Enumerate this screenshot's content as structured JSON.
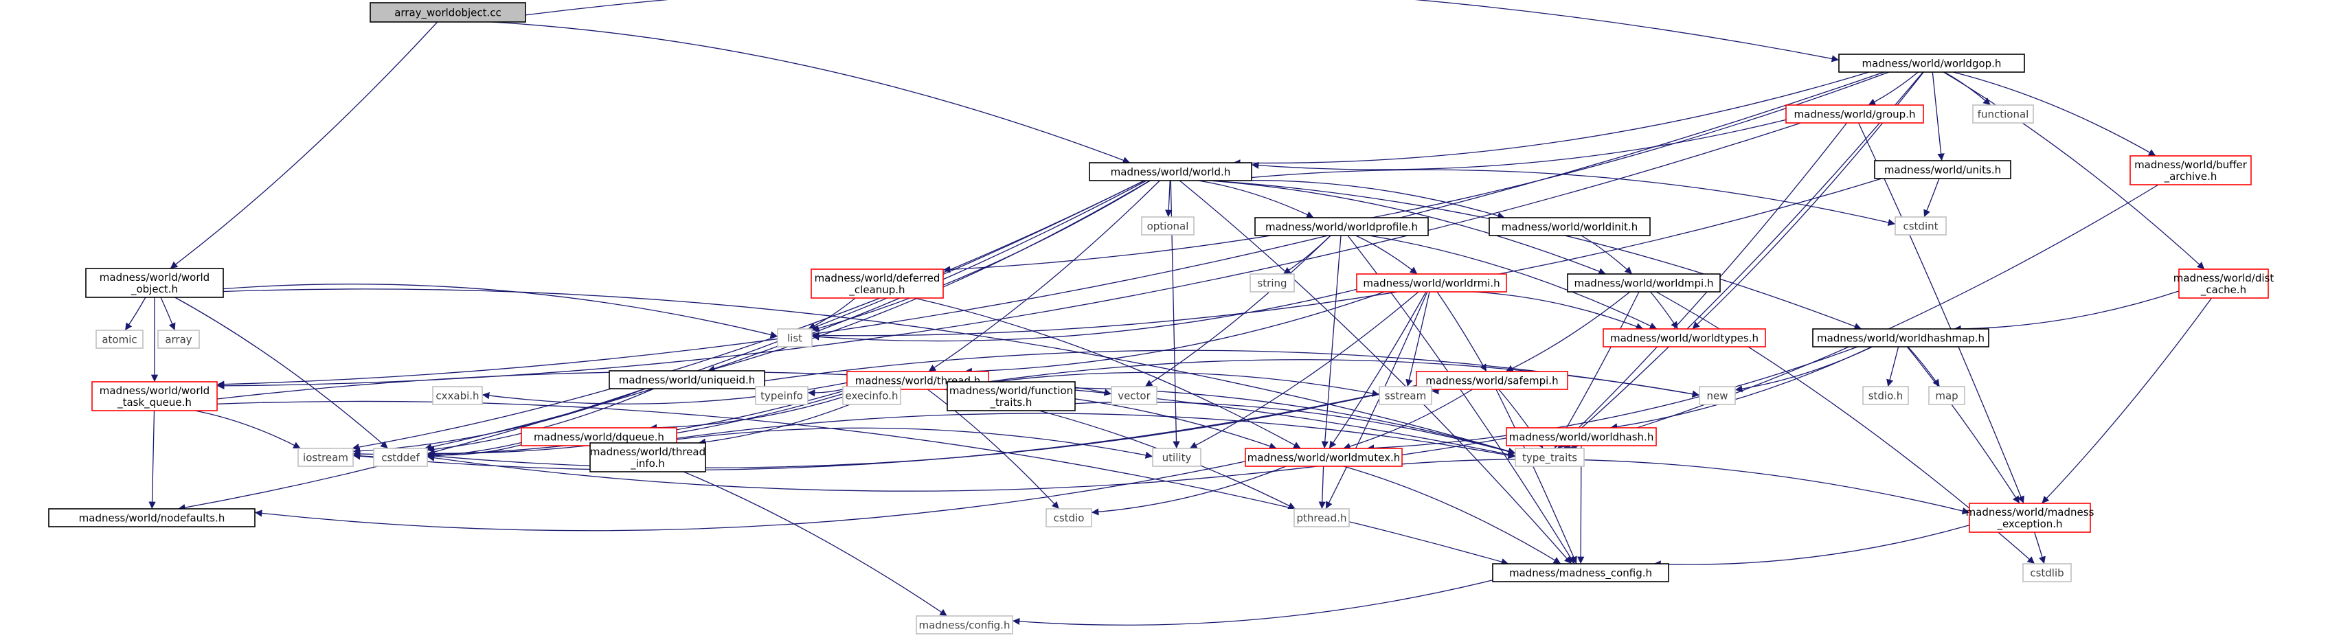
{
  "edge_color": "#191970",
  "node_styles": {
    "root": "#bfbfbf",
    "documented": "#000000",
    "truncated": "#ff0000",
    "external": "#bfbfbf"
  },
  "nodes": [
    {
      "id": "root",
      "lines": [
        "array_worldobject.cc"
      ],
      "style": "root"
    },
    {
      "id": "worldgop",
      "lines": [
        "madness/world/worldgop.h"
      ],
      "style": "black"
    },
    {
      "id": "world_object",
      "lines": [
        "madness/world/world",
        "_object.h"
      ],
      "style": "black"
    },
    {
      "id": "world",
      "lines": [
        "madness/world/world.h"
      ],
      "style": "black"
    },
    {
      "id": "group",
      "lines": [
        "madness/world/group.h"
      ],
      "style": "red"
    },
    {
      "id": "functional",
      "lines": [
        "functional"
      ],
      "style": "gray"
    },
    {
      "id": "units",
      "lines": [
        "madness/world/units.h"
      ],
      "style": "black"
    },
    {
      "id": "buffer_archive",
      "lines": [
        "madness/world/buffer",
        "_archive.h"
      ],
      "style": "red"
    },
    {
      "id": "cstdint",
      "lines": [
        "cstdint"
      ],
      "style": "gray"
    },
    {
      "id": "optional",
      "lines": [
        "optional"
      ],
      "style": "gray"
    },
    {
      "id": "worldprofile",
      "lines": [
        "madness/world/worldprofile.h"
      ],
      "style": "black"
    },
    {
      "id": "worldinit",
      "lines": [
        "madness/world/worldinit.h"
      ],
      "style": "black"
    },
    {
      "id": "deferred_cleanup",
      "lines": [
        "madness/world/deferred",
        "_cleanup.h"
      ],
      "style": "red"
    },
    {
      "id": "string",
      "lines": [
        "string"
      ],
      "style": "gray"
    },
    {
      "id": "worldrmi",
      "lines": [
        "madness/world/worldrmi.h"
      ],
      "style": "red"
    },
    {
      "id": "worldmpi",
      "lines": [
        "madness/world/worldmpi.h"
      ],
      "style": "black"
    },
    {
      "id": "dist_cache",
      "lines": [
        "madness/world/dist",
        "_cache.h"
      ],
      "style": "red"
    },
    {
      "id": "atomic",
      "lines": [
        "atomic"
      ],
      "style": "gray"
    },
    {
      "id": "array",
      "lines": [
        "array"
      ],
      "style": "gray"
    },
    {
      "id": "list",
      "lines": [
        "list"
      ],
      "style": "gray"
    },
    {
      "id": "worldtypes",
      "lines": [
        "madness/world/worldtypes.h"
      ],
      "style": "red"
    },
    {
      "id": "worldhashmap",
      "lines": [
        "madness/world/worldhashmap.h"
      ],
      "style": "black"
    },
    {
      "id": "uniqueid",
      "lines": [
        "madness/world/uniqueid.h"
      ],
      "style": "black"
    },
    {
      "id": "thread",
      "lines": [
        "madness/world/thread.h"
      ],
      "style": "red"
    },
    {
      "id": "safempi",
      "lines": [
        "madness/world/safempi.h"
      ],
      "style": "red"
    },
    {
      "id": "world_task_queue",
      "lines": [
        "madness/world/world",
        "_task_queue.h"
      ],
      "style": "red"
    },
    {
      "id": "cxxabi",
      "lines": [
        "cxxabi.h"
      ],
      "style": "gray"
    },
    {
      "id": "typeinfo",
      "lines": [
        "typeinfo"
      ],
      "style": "gray"
    },
    {
      "id": "execinfo",
      "lines": [
        "execinfo.h"
      ],
      "style": "gray"
    },
    {
      "id": "function_traits",
      "lines": [
        "madness/world/function",
        "_traits.h"
      ],
      "style": "black"
    },
    {
      "id": "vector",
      "lines": [
        "vector"
      ],
      "style": "gray"
    },
    {
      "id": "sstream",
      "lines": [
        "sstream"
      ],
      "style": "gray"
    },
    {
      "id": "new",
      "lines": [
        "new"
      ],
      "style": "gray"
    },
    {
      "id": "stdio_h",
      "lines": [
        "stdio.h"
      ],
      "style": "gray"
    },
    {
      "id": "map",
      "lines": [
        "map"
      ],
      "style": "gray"
    },
    {
      "id": "dqueue",
      "lines": [
        "madness/world/dqueue.h"
      ],
      "style": "red"
    },
    {
      "id": "worldhash",
      "lines": [
        "madness/world/worldhash.h"
      ],
      "style": "red"
    },
    {
      "id": "iostream",
      "lines": [
        "iostream"
      ],
      "style": "gray"
    },
    {
      "id": "cstddef",
      "lines": [
        "cstddef"
      ],
      "style": "gray"
    },
    {
      "id": "thread_info",
      "lines": [
        "madness/world/thread",
        "_info.h"
      ],
      "style": "black"
    },
    {
      "id": "utility",
      "lines": [
        "utility"
      ],
      "style": "gray"
    },
    {
      "id": "worldmutex",
      "lines": [
        "madness/world/worldmutex.h"
      ],
      "style": "red"
    },
    {
      "id": "type_traits",
      "lines": [
        "type_traits"
      ],
      "style": "gray"
    },
    {
      "id": "nodefaults",
      "lines": [
        "madness/world/nodefaults.h"
      ],
      "style": "black"
    },
    {
      "id": "cstdio",
      "lines": [
        "cstdio"
      ],
      "style": "gray"
    },
    {
      "id": "pthread",
      "lines": [
        "pthread.h"
      ],
      "style": "gray"
    },
    {
      "id": "madness_exception",
      "lines": [
        "madness/world/madness",
        "_exception.h"
      ],
      "style": "red"
    },
    {
      "id": "cstdlib",
      "lines": [
        "cstdlib"
      ],
      "style": "gray"
    },
    {
      "id": "madness_config",
      "lines": [
        "madness/madness_config.h"
      ],
      "style": "black"
    },
    {
      "id": "config",
      "lines": [
        "madness/config.h"
      ],
      "style": "gray"
    }
  ],
  "edges": [
    [
      "root",
      "worldgop"
    ],
    [
      "root",
      "world_object"
    ],
    [
      "root",
      "world"
    ],
    [
      "worldgop",
      "world"
    ],
    [
      "worldgop",
      "group"
    ],
    [
      "worldgop",
      "functional"
    ],
    [
      "worldgop",
      "units"
    ],
    [
      "worldgop",
      "buffer_archive"
    ],
    [
      "worldgop",
      "dist_cache"
    ],
    [
      "worldgop",
      "deferred_cleanup"
    ],
    [
      "worldgop",
      "worldtypes"
    ],
    [
      "worldgop",
      "world_task_queue"
    ],
    [
      "worldgop",
      "type_traits"
    ],
    [
      "world_object",
      "atomic"
    ],
    [
      "world_object",
      "array"
    ],
    [
      "world_object",
      "world_task_queue"
    ],
    [
      "world_object",
      "list"
    ],
    [
      "world_object",
      "cstddef"
    ],
    [
      "world_object",
      "type_traits"
    ],
    [
      "world",
      "optional"
    ],
    [
      "world",
      "worldprofile"
    ],
    [
      "world",
      "worldinit"
    ],
    [
      "world",
      "cstdint"
    ],
    [
      "world",
      "list"
    ],
    [
      "world",
      "uniqueid"
    ],
    [
      "world",
      "thread"
    ],
    [
      "world",
      "worldmpi"
    ],
    [
      "world",
      "worldhashmap"
    ],
    [
      "world",
      "utility"
    ],
    [
      "world",
      "iostream"
    ],
    [
      "world",
      "nodefaults"
    ],
    [
      "world",
      "madness_config"
    ],
    [
      "world",
      "cstddef"
    ],
    [
      "group",
      "world"
    ],
    [
      "group",
      "world_task_queue"
    ],
    [
      "group",
      "madness_exception"
    ],
    [
      "group",
      "type_traits"
    ],
    [
      "units",
      "cstdint"
    ],
    [
      "units",
      "list"
    ],
    [
      "buffer_archive",
      "type_traits"
    ],
    [
      "worldprofile",
      "string"
    ],
    [
      "worldprofile",
      "worldrmi"
    ],
    [
      "worldprofile",
      "worldtypes"
    ],
    [
      "worldprofile",
      "vector"
    ],
    [
      "worldprofile",
      "worldmutex"
    ],
    [
      "worldprofile",
      "madness_config"
    ],
    [
      "worldinit",
      "worldmpi"
    ],
    [
      "deferred_cleanup",
      "list"
    ],
    [
      "deferred_cleanup",
      "worldmutex"
    ],
    [
      "worldrmi",
      "list"
    ],
    [
      "worldrmi",
      "safempi"
    ],
    [
      "worldrmi",
      "worldtypes"
    ],
    [
      "worldrmi",
      "sstream"
    ],
    [
      "worldrmi",
      "thread"
    ],
    [
      "worldrmi",
      "utility"
    ],
    [
      "worldrmi",
      "pthread"
    ],
    [
      "worldrmi",
      "worldmutex"
    ],
    [
      "worldmpi",
      "safempi"
    ],
    [
      "worldmpi",
      "worldtypes"
    ],
    [
      "worldmpi",
      "cstdlib"
    ],
    [
      "worldmpi",
      "type_traits"
    ],
    [
      "dist_cache",
      "worldhashmap"
    ],
    [
      "dist_cache",
      "madness_exception"
    ],
    [
      "worldhashmap",
      "worldhash"
    ],
    [
      "worldhashmap",
      "new"
    ],
    [
      "worldhashmap",
      "stdio_h"
    ],
    [
      "worldhashmap",
      "map"
    ],
    [
      "worldhashmap",
      "worldmutex"
    ],
    [
      "worldhashmap",
      "madness_exception"
    ],
    [
      "uniqueid",
      "cstddef"
    ],
    [
      "uniqueid",
      "iostream"
    ],
    [
      "uniqueid",
      "new"
    ],
    [
      "thread",
      "cxxabi"
    ],
    [
      "thread",
      "typeinfo"
    ],
    [
      "thread",
      "execinfo"
    ],
    [
      "thread",
      "function_traits"
    ],
    [
      "thread",
      "vector"
    ],
    [
      "thread",
      "dqueue"
    ],
    [
      "thread",
      "thread_info"
    ],
    [
      "thread",
      "worldmutex"
    ],
    [
      "thread",
      "cstddef"
    ],
    [
      "thread",
      "iostream"
    ],
    [
      "thread",
      "type_traits"
    ],
    [
      "thread",
      "cstdio"
    ],
    [
      "thread",
      "pthread"
    ],
    [
      "thread",
      "new"
    ],
    [
      "thread",
      "sstream"
    ],
    [
      "safempi",
      "sstream"
    ],
    [
      "safempi",
      "iostream"
    ],
    [
      "safempi",
      "worldmutex"
    ],
    [
      "safempi",
      "madness_config"
    ],
    [
      "safempi",
      "type_traits"
    ],
    [
      "safempi",
      "cstddef"
    ],
    [
      "world_task_queue",
      "iostream"
    ],
    [
      "world_task_queue",
      "nodefaults"
    ],
    [
      "world_task_queue",
      "type_traits"
    ],
    [
      "world_task_queue",
      "madness_config"
    ],
    [
      "function_traits",
      "type_traits"
    ],
    [
      "dqueue",
      "thread_info"
    ],
    [
      "dqueue",
      "iostream"
    ],
    [
      "dqueue",
      "cstddef"
    ],
    [
      "dqueue",
      "utility"
    ],
    [
      "dqueue",
      "type_traits"
    ],
    [
      "dqueue",
      "config"
    ],
    [
      "worldhash",
      "type_traits"
    ],
    [
      "worldhash",
      "madness_config"
    ],
    [
      "worldhash",
      "cstddef"
    ],
    [
      "worldmutex",
      "pthread"
    ],
    [
      "worldmutex",
      "cstdio"
    ],
    [
      "worldmutex",
      "nodefaults"
    ],
    [
      "worldmutex",
      "madness_exception"
    ],
    [
      "worldmutex",
      "madness_config"
    ],
    [
      "madness_exception",
      "madness_config"
    ],
    [
      "madness_exception",
      "cstdlib"
    ],
    [
      "madness_config",
      "config"
    ]
  ]
}
